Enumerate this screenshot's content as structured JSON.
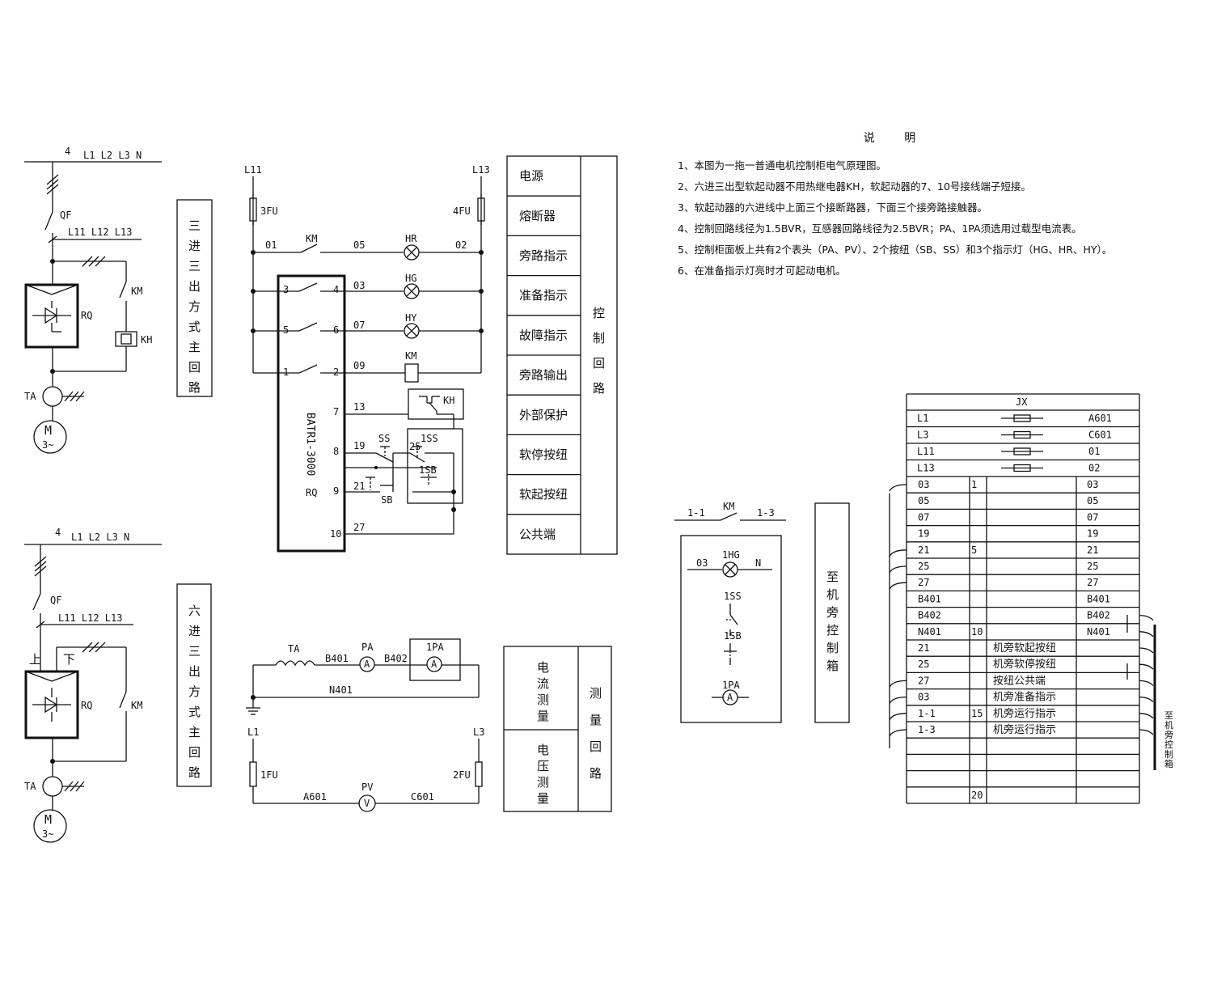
{
  "main1": {
    "bus": "L1  L2  L3  N",
    "num": "4",
    "qf": "QF",
    "l_lines": "L11  L12  L13",
    "km": "KM",
    "rq": "RQ",
    "kh": "KH",
    "ta": "TA",
    "motor_m": "M",
    "motor_3": "3~"
  },
  "main2": {
    "bus": "L1  L2  L3  N",
    "num": "4",
    "qf": "QF",
    "l_lines": "L11  L12  L13",
    "up": "上",
    "down": "下",
    "km": "KM",
    "rq": "RQ",
    "ta": "TA",
    "motor_m": "M",
    "motor_3": "3~"
  },
  "box1_title": [
    "三",
    "进",
    "三",
    "出",
    "方",
    "式",
    "主",
    "回",
    "路"
  ],
  "box2_title": [
    "六",
    "进",
    "三",
    "出",
    "方",
    "式",
    "主",
    "回",
    "路"
  ],
  "ctrl": {
    "l11": "L11",
    "l13": "L13",
    "fu3": "3FU",
    "fu4": "4FU",
    "w01": "01",
    "km": "KM",
    "w05": "05",
    "hr": "HR",
    "w02": "02",
    "w03": "03",
    "hg": "HG",
    "w07": "07",
    "hy": "HY",
    "w09": "09",
    "km_coil": "KM",
    "w13": "13",
    "kh": "KH",
    "w19": "19",
    "ss": "SS",
    "w25": "25",
    "ss1": "1SS",
    "sb1": "1SB",
    "w21": "21",
    "sb": "SB",
    "w27": "27",
    "t3": "3",
    "t4": "4",
    "t5": "5",
    "t6": "6",
    "t1": "1",
    "t2": "2",
    "t7": "7",
    "t8": "8",
    "t9": "9",
    "t10": "10",
    "device": "BATR1-3000",
    "rq": "RQ"
  },
  "ctrl_labels": [
    "电源",
    "熔断器",
    "旁路指示",
    "准备指示",
    "故障指示",
    "旁路输出",
    "外部保护",
    "软停按纽",
    "软起按纽",
    "公共端"
  ],
  "ctrl_title": [
    "控",
    "制",
    "回",
    "路"
  ],
  "meas": {
    "ta": "TA",
    "b401": "B401",
    "pa": "PA",
    "b402": "B402",
    "pa1": "1PA",
    "n401": "N401",
    "l1": "L1",
    "l3": "L3",
    "fu1": "1FU",
    "fu2": "2FU",
    "pv": "PV",
    "a601": "A601",
    "c601": "C601"
  },
  "meas_labels": {
    "current": [
      "电",
      "流",
      "测",
      "量"
    ],
    "voltage": [
      "电",
      "压",
      "测",
      "量"
    ],
    "title": [
      "测",
      "量",
      "回",
      "路"
    ]
  },
  "notes": {
    "title": "说    明",
    "lines": [
      "1、本图为一拖一普通电机控制柜电气原理图。",
      "2、六进三出型软起动器不用热继电器KH，软起动器的7、10号接线端子短接。",
      "3、软起动器的六进线中上面三个接断路器，下面三个接旁路接触器。",
      "4、控制回路线径为1.5BVR，互感器回路线径为2.5BVR；PA、1PA须选用过载型电流表。",
      "5、控制柜面板上共有2个表头（PA、PV）、2个按纽（SB、SS）和3个指示灯（HG、HR、HY）。",
      "6、在准备指示灯亮时才可起动电机。"
    ]
  },
  "side": {
    "n11": "1-1",
    "km": "KM",
    "n13": "1-3",
    "w03": "03",
    "hg1": "1HG",
    "n": "N",
    "ss1": "1SS",
    "sb1": "1SB",
    "pa1": "1PA"
  },
  "side_title": [
    "至",
    "机",
    "旁",
    "控",
    "制",
    "箱"
  ],
  "jx": {
    "title": "JX",
    "fuse_rows": [
      [
        "L1",
        "A601"
      ],
      [
        "L3",
        "C601"
      ],
      [
        "L11",
        "01"
      ],
      [
        "L13",
        "02"
      ]
    ],
    "rows": [
      [
        "03",
        "1",
        "",
        "03"
      ],
      [
        "05",
        "",
        "",
        "05"
      ],
      [
        "07",
        "",
        "",
        "07"
      ],
      [
        "19",
        "",
        "",
        "19"
      ],
      [
        "21",
        "5",
        "",
        "21"
      ],
      [
        "25",
        "",
        "",
        "25"
      ],
      [
        "27",
        "",
        "",
        "27"
      ],
      [
        "B401",
        "",
        "",
        "B401"
      ],
      [
        "B402",
        "",
        "",
        "B402"
      ],
      [
        "N401",
        "10",
        "",
        "N401"
      ],
      [
        "21",
        "",
        "机旁软起按纽",
        ""
      ],
      [
        "25",
        "",
        "机旁软停按纽",
        ""
      ],
      [
        "27",
        "",
        "按纽公共端",
        ""
      ],
      [
        "03",
        "",
        "机旁准备指示",
        ""
      ],
      [
        "1-1",
        "15",
        "机旁运行指示",
        ""
      ],
      [
        "1-3",
        "",
        "机旁运行指示",
        ""
      ],
      [
        "",
        "",
        "",
        ""
      ],
      [
        "",
        "",
        "",
        ""
      ],
      [
        "",
        "",
        "",
        ""
      ],
      [
        "",
        "20",
        "",
        ""
      ]
    ],
    "right_label": [
      "至",
      "机",
      "旁",
      "控",
      "制",
      "箱"
    ]
  }
}
